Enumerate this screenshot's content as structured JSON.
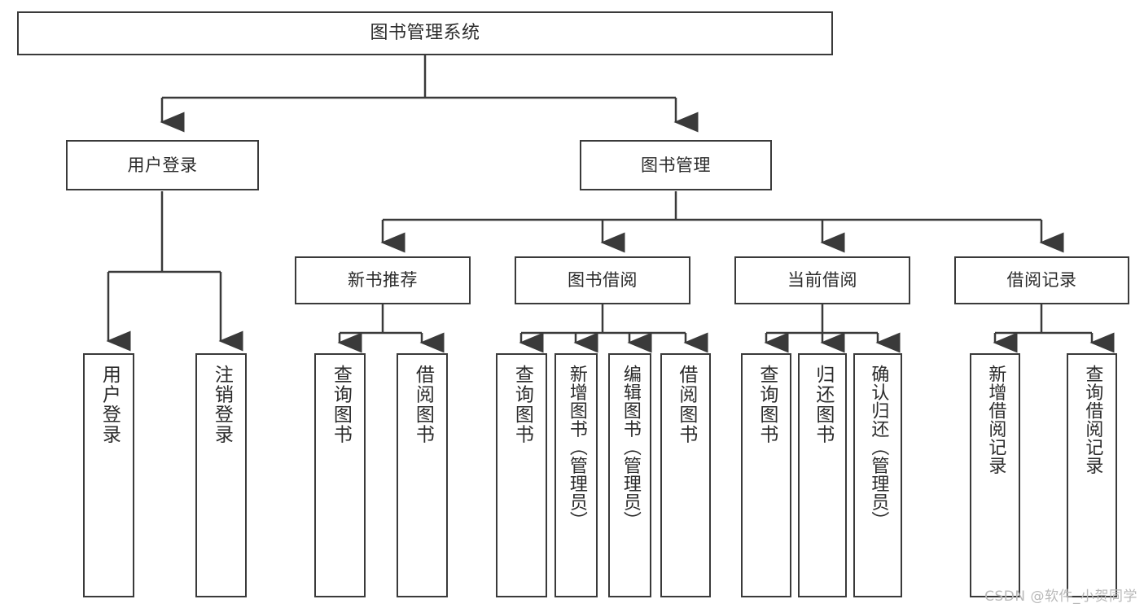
{
  "diagram": {
    "title": "图书管理系统",
    "type": "tree",
    "root": {
      "label": "图书管理系统"
    },
    "level1": [
      {
        "label": "用户登录"
      },
      {
        "label": "图书管理"
      }
    ],
    "level2": [
      {
        "label": "新书推荐"
      },
      {
        "label": "图书借阅"
      },
      {
        "label": "当前借阅"
      },
      {
        "label": "借阅记录"
      }
    ],
    "leaves": {
      "user_login": [
        {
          "label": "用户登录"
        },
        {
          "label": "注销登录"
        }
      ],
      "new_book_recommend": [
        {
          "label": "查询图书"
        },
        {
          "label": "借阅图书"
        }
      ],
      "book_borrow": [
        {
          "label": "查询图书"
        },
        {
          "label": "新增图书（管理员）"
        },
        {
          "label": "编辑图书（管理员）"
        },
        {
          "label": "借阅图书"
        }
      ],
      "current_borrow": [
        {
          "label": "查询图书"
        },
        {
          "label": "归还图书"
        },
        {
          "label": "确认归还（管理员）"
        }
      ],
      "borrow_record": [
        {
          "label": "新增借阅记录"
        },
        {
          "label": "查询借阅记录"
        }
      ]
    }
  },
  "watermark": {
    "text": "CSDN @软件_小贺同学"
  },
  "colors": {
    "stroke": "#3a3a3a",
    "text": "#2b2b2b",
    "background": "#ffffff",
    "watermark": "#b9b9b9"
  }
}
